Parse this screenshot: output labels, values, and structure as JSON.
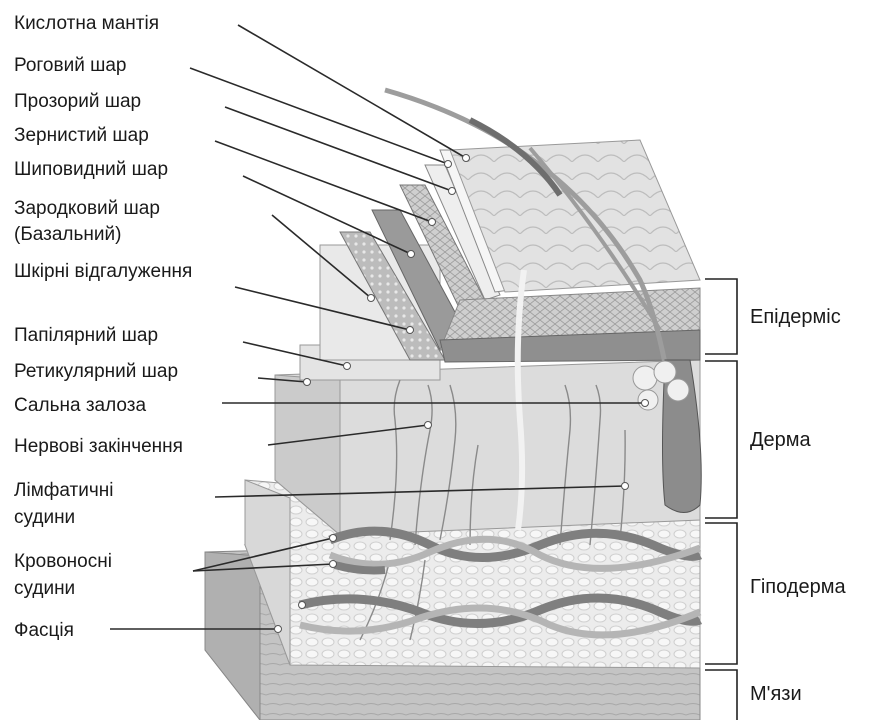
{
  "labels": {
    "acid_mantle": "Кислотна мантія",
    "stratum_corneum": "Роговий шар",
    "stratum_lucidum": "Прозорий шар",
    "stratum_granulosum": "Зернистий шар",
    "stratum_spinosum": "Шиповидний шар",
    "stratum_basale_1": "Зародковий шар",
    "stratum_basale_2": "(Базальний)",
    "dermal_papillae": "Шкірні відгалуження",
    "papillary_layer": "Папілярний шар",
    "reticular_layer": "Ретикулярний шар",
    "sebaceous_gland": "Сальна залоза",
    "nerve_endings": "Нервові закінчення",
    "lymph_vessels_1": "Лімфатичні",
    "lymph_vessels_2": "судини",
    "blood_vessels_1": "Кровоносні",
    "blood_vessels_2": "судини",
    "fascia": "Фасція"
  },
  "regions": {
    "epidermis": "Епідерміс",
    "dermis": "Дерма",
    "hypodermis": "Гіподерма",
    "muscles": "М'язи"
  },
  "colors": {
    "muscle": "#bfbfbf",
    "hypodermis": "#e9e9e9",
    "dermis": "#d9d9d9",
    "epidermis": "#cfcfcf",
    "hair": "#7a7a7a",
    "vessel": "#8a8a8a"
  }
}
